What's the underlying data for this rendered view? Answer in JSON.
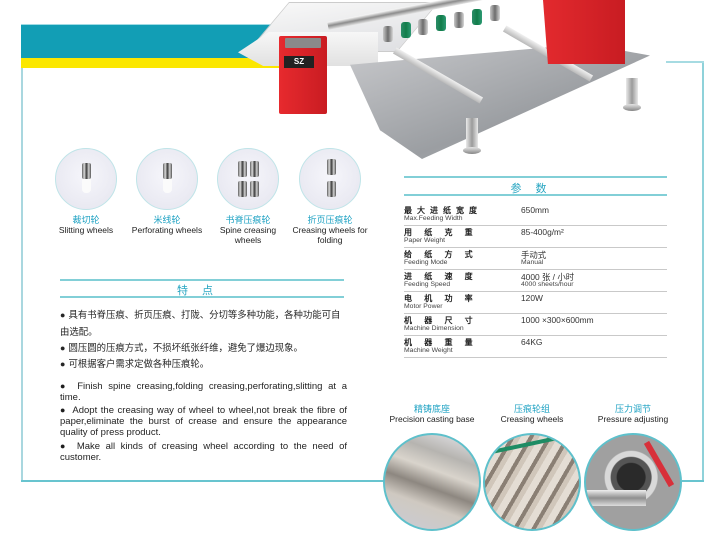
{
  "header": {
    "colors": {
      "teal": "#129eb5",
      "yellow": "#fbe700",
      "frame": "#8fd2da"
    }
  },
  "machine": {
    "logo": "SZ"
  },
  "wheels": [
    {
      "cn": "裁切轮",
      "en": "Slitting wheels"
    },
    {
      "cn": "米线轮",
      "en": "Perforating wheels"
    },
    {
      "cn": "书脊压痕轮",
      "en": "Spine creasing wheels"
    },
    {
      "cn": "折页压痕轮",
      "en": "Creasing wheels for folding"
    }
  ],
  "features": {
    "title": "特点",
    "cn": [
      "具有书脊压痕、折页压痕、打陇、分切等多种功能，各种功能可自由选配。",
      "圆压圆的压痕方式，不损坏纸张纤维，避免了爆边现象。",
      "可根据客户需求定做各种压痕轮。"
    ],
    "en": [
      "Finish spine creasing,folding creasing,perforating,slitting at a time.",
      "Adopt the creasing way of wheel to wheel,not break the fibre of paper,eliminate the burst of crease and ensure the appearance quality of press product.",
      "Make all kinds of creasing wheel according to the need of customer."
    ],
    "bullet": "●"
  },
  "params": {
    "title": "参数",
    "rows": [
      {
        "cn": "最大进纸宽度",
        "en": "Max.Feeding Width",
        "value": "650mm",
        "value2": ""
      },
      {
        "cn": "用 纸 克 重",
        "en": "Paper Weight",
        "value": "85-400g/m²",
        "value2": ""
      },
      {
        "cn": "给 纸 方 式",
        "en": "Feeding Mode",
        "value": "手动式",
        "value2": "Manual"
      },
      {
        "cn": "进 纸 速 度",
        "en": "Feeding Speed",
        "value": "4000 张 / 小时",
        "value2": "4000 sheets/hour"
      },
      {
        "cn": "电 机 功 率",
        "en": "Motor Power",
        "value": "120W",
        "value2": ""
      },
      {
        "cn": "机 器 尺 寸",
        "en": "Machine Dimension",
        "value": "1000 ×300×600mm",
        "value2": ""
      },
      {
        "cn": "机 器 重 量",
        "en": "Machine Weight",
        "value": "64KG",
        "value2": ""
      }
    ]
  },
  "details": [
    {
      "cn": "精铸底座",
      "en": "Precision casting base"
    },
    {
      "cn": "压痕轮组",
      "en": "Creasing wheels"
    },
    {
      "cn": "压力调节",
      "en": "Pressure adjusting"
    }
  ]
}
